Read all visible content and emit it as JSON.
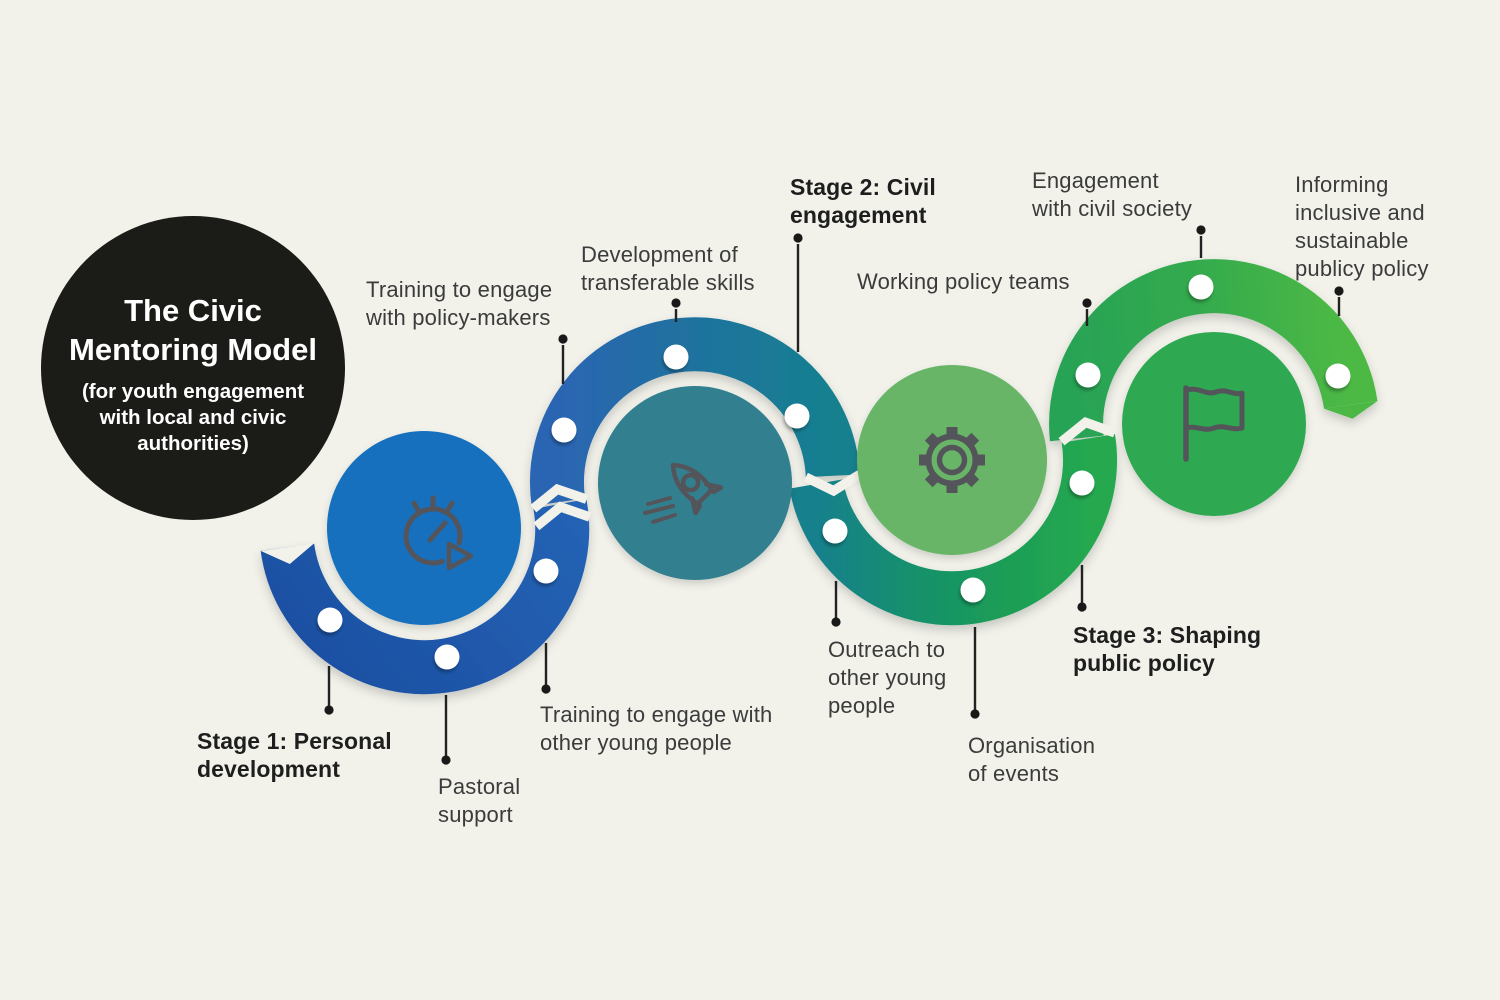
{
  "title": {
    "heading": "The Civic\nMentoring Model",
    "subheading": "(for youth engagement\nwith local and civic\nauthorities)"
  },
  "labels": {
    "training_policy_makers": "Training to engage\nwith policy-makers",
    "development_skills": "Development of\ntransferable skills",
    "stage2": "Stage 2: Civil\nengagement",
    "working_policy_teams": "Working policy teams",
    "engagement_civil_society": "Engagement\nwith civil society",
    "informing_policy": "Informing\ninclusive and\nsustainable\npublicy policy",
    "stage1": "Stage 1: Personal\ndevelopment",
    "pastoral_support": "Pastoral\nsupport",
    "training_young_people": "Training to engage with\nother young people",
    "outreach": "Outreach to\nother young\npeople",
    "organisation_events": "Organisation\nof events",
    "stage3": "Stage 3: Shaping\npublic policy"
  },
  "stages": [
    {
      "icon": "stopwatch-icon",
      "disc_color": "#1670BD",
      "arc_colors": [
        "#1C4FA2",
        "#2666B8"
      ]
    },
    {
      "icon": "rocket-icon",
      "disc_color": "#31808F",
      "arc_colors": [
        "#2B65B3",
        "#16808F"
      ]
    },
    {
      "icon": "gear-icon",
      "disc_color": "#69B567",
      "arc_colors": [
        "#17808D",
        "#25A850"
      ]
    },
    {
      "icon": "flag-icon",
      "disc_color": "#2DA851",
      "arc_colors": [
        "#28A355",
        "#4DB944"
      ]
    }
  ],
  "colors": {
    "background": "#F2F2EB",
    "title_circle": "#1B1B18",
    "icon_stroke": "#54555A",
    "label_text": "#3B3B3B",
    "connector": "#222222",
    "node_dot": "#FFFFFF"
  }
}
